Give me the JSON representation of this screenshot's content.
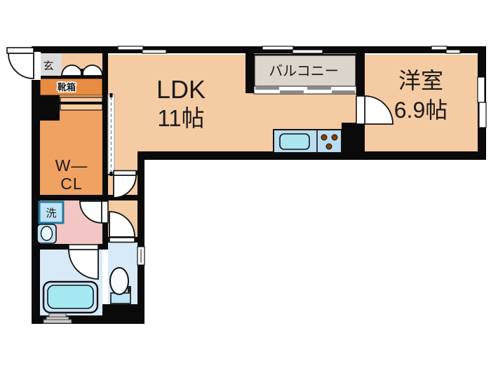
{
  "plan": {
    "type": "japanese-apartment-floor-plan",
    "rooms": {
      "entrance": {
        "label": "玄"
      },
      "shoe_box": {
        "label": "靴箱"
      },
      "walk_in_closet": {
        "label_line1": "W—",
        "label_line2": "CL"
      },
      "ldk": {
        "label": "LDK",
        "size": "11帖"
      },
      "balcony": {
        "label": "バルコニー"
      },
      "western_room": {
        "label": "洋室",
        "size": "6.9帖"
      },
      "laundry": {
        "label": "洗"
      }
    },
    "colors": {
      "wall": "#0a0a0a",
      "peach": "#F5CBA3",
      "band_orange": "#E78C42",
      "wcl_orange": "#F0A263",
      "shelf": "#F7CD9E",
      "genkan_gray": "#DCDCDC",
      "balcony_gray": "#DBD5CC",
      "washroom_pink": "#F2C6C5",
      "wet_room_blue": "#D8EAF8",
      "fixture_blue": "#BFE3F6",
      "counter_blue": "#BBDDF2",
      "sink_blue": "#ACE4EF",
      "tub_outer": "#CBE6F8",
      "tub_inner": "#A5EAF2",
      "burner": "#8A3D00",
      "step_gray": "#CCCCCC",
      "sash_gray": "#8A8A8A",
      "washer_border": "#26769E"
    }
  }
}
